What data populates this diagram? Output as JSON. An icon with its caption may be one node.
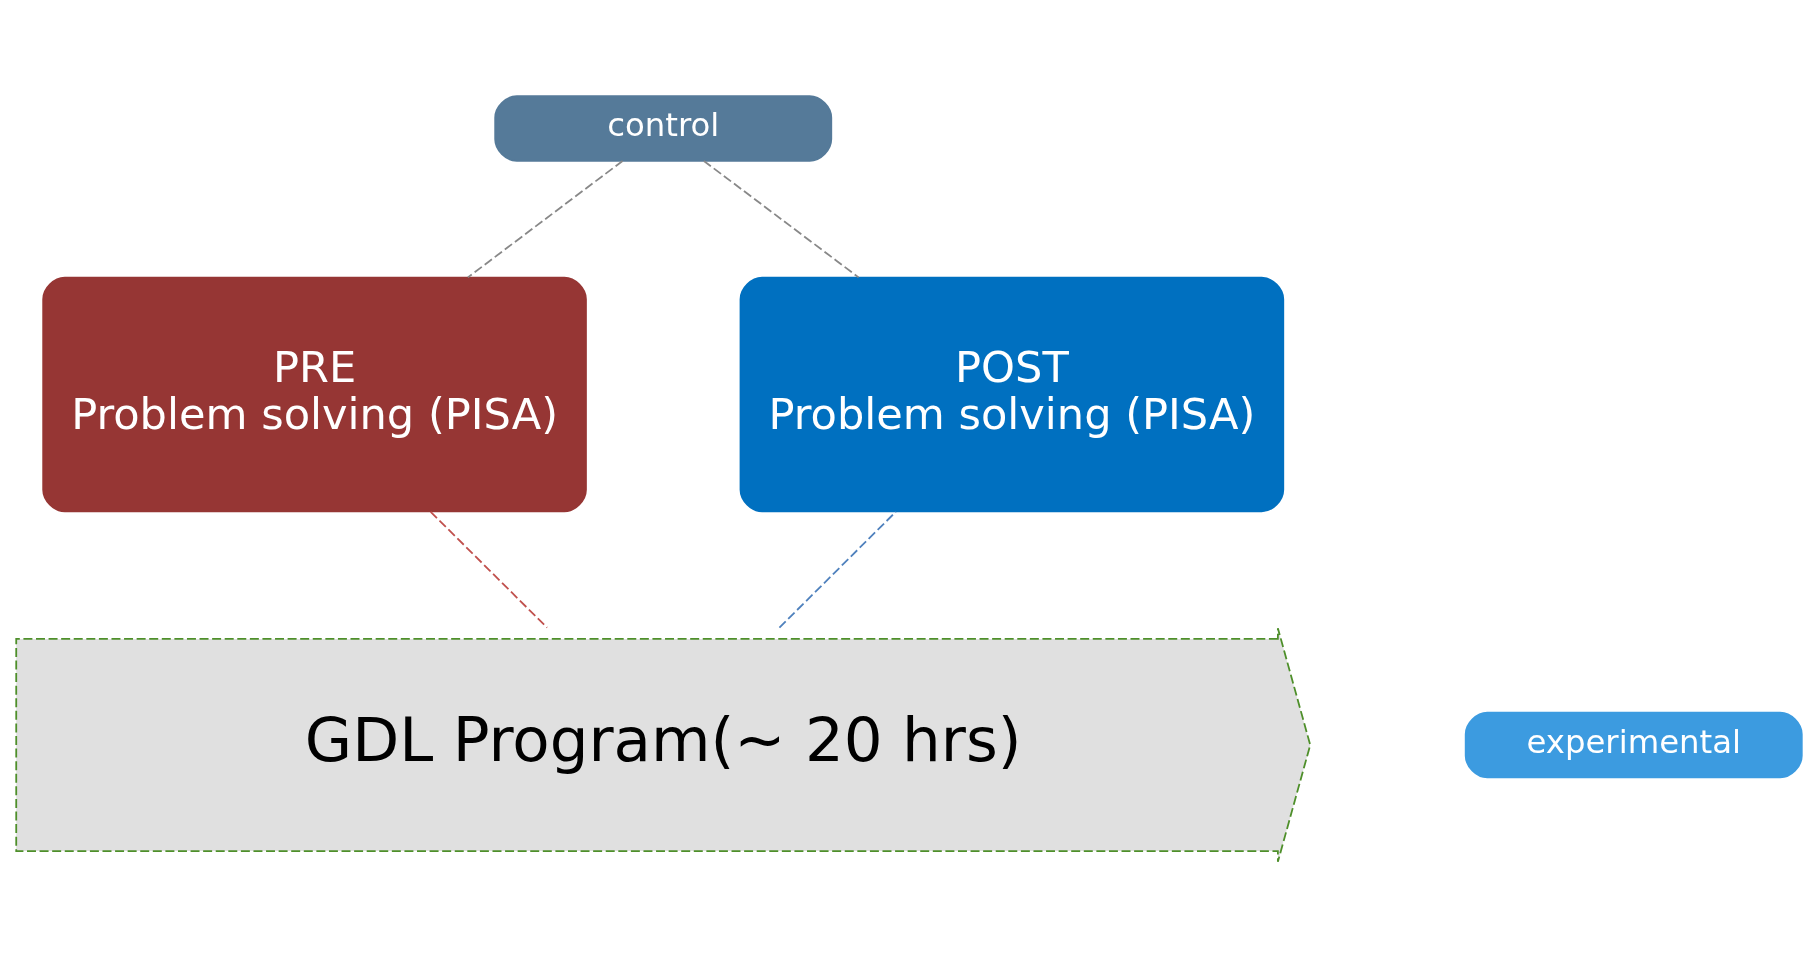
{
  "diagram": {
    "nodes": [
      {
        "text": [
          "control"
        ]
      },
      {
        "text": [
          "PRE",
          "Problem solving (PISA)"
        ]
      },
      {
        "text": [
          "POST",
          "Problem solving (PISA)"
        ]
      },
      {
        "text": [
          "experimental"
        ]
      },
      {
        "text": [
          "GDL Program(~ 20 hrs)"
        ]
      }
    ],
    "edges": [
      {
        "from": 0,
        "to": 1,
        "arrow": "none",
        "style": "dashed"
      },
      {
        "from": 0,
        "to": 2,
        "arrow": "none",
        "style": "dashed"
      },
      {
        "from": 1,
        "to": 4,
        "arrow": "none",
        "style": "dashed",
        "color": "#c0504d"
      },
      {
        "from": 4,
        "to": 2,
        "arrow": "none",
        "style": "dashed",
        "color": "#4f81bd"
      }
    ]
  }
}
